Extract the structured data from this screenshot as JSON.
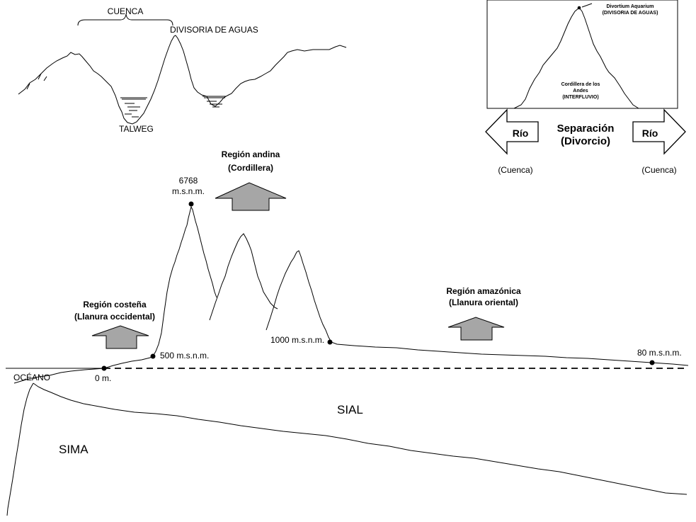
{
  "basin_inset": {
    "cuenca": "CUENCA",
    "divisoria": "DIVISORIA DE AGUAS",
    "talweg": "TALWEG"
  },
  "divortium_inset": {
    "divortium": "Divortium Aquarium",
    "divisoria": "(DIVISORIA DE AGUAS)",
    "cordillera_1": "Cordillera de los",
    "cordillera_2": "Andes",
    "cordillera_3": "(INTERFLUVIO)",
    "rio_left": "Río",
    "rio_right": "Río",
    "separacion": "Separación",
    "divorcio": "(Divorcio)",
    "cuenca_left": "(Cuenca)",
    "cuenca_right": "(Cuenca)"
  },
  "profile": {
    "andina_1": "Región andina",
    "andina_2": "(Cordillera)",
    "peak_1": "6768",
    "peak_2": "m.s.n.m.",
    "costena_1": "Región costeña",
    "costena_2": "(Llanura occidental)",
    "amazonica_1": "Región amazónica",
    "amazonica_2": "(Llanura oriental)",
    "alt_500": "500 m.s.n.m.",
    "alt_1000": "1000 m.s.n.m.",
    "alt_80": "80 m.s.n.m.",
    "oceano": "OCÉANO",
    "zero": "0 m.",
    "sial": "SIAL",
    "sima": "SIMA"
  },
  "colors": {
    "arrow_fill": "#a6a6a6",
    "line": "#000000",
    "background": "#ffffff"
  }
}
